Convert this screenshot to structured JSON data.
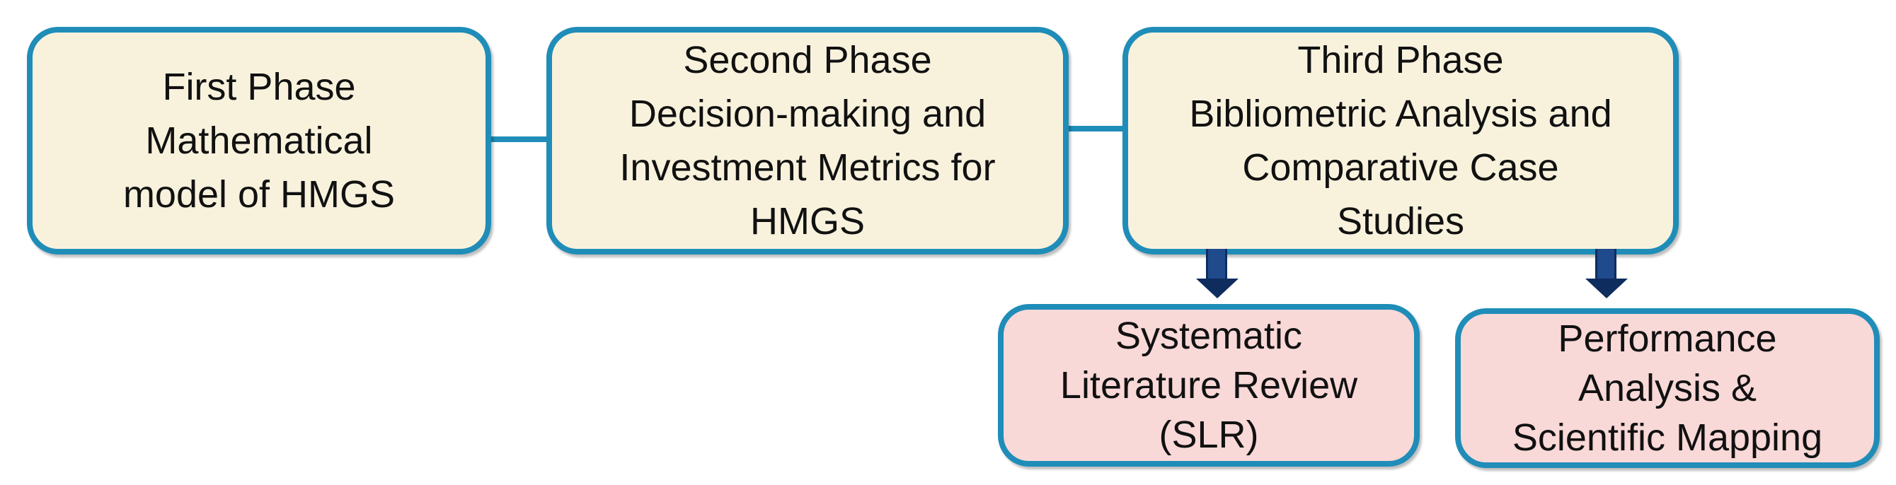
{
  "phases": [
    {
      "lines": [
        "First Phase",
        "Mathematical",
        "model of HMGS"
      ]
    },
    {
      "lines": [
        "Second Phase",
        "Decision-making and",
        "Investment Metrics for",
        "HMGS"
      ]
    },
    {
      "lines": [
        "Third Phase",
        "Bibliometric Analysis and",
        "Comparative Case",
        "Studies"
      ]
    }
  ],
  "sub_steps": [
    {
      "lines": [
        "Systematic",
        "Literature Review",
        "(SLR)"
      ]
    },
    {
      "lines": [
        "Performance",
        "Analysis &",
        "Scientific Mapping"
      ]
    }
  ],
  "colors": {
    "border": "#1f8db8",
    "phase_fill": "#f8f2dd",
    "sub_fill": "#f9d8d8",
    "arrow": "#1f4a8c"
  }
}
